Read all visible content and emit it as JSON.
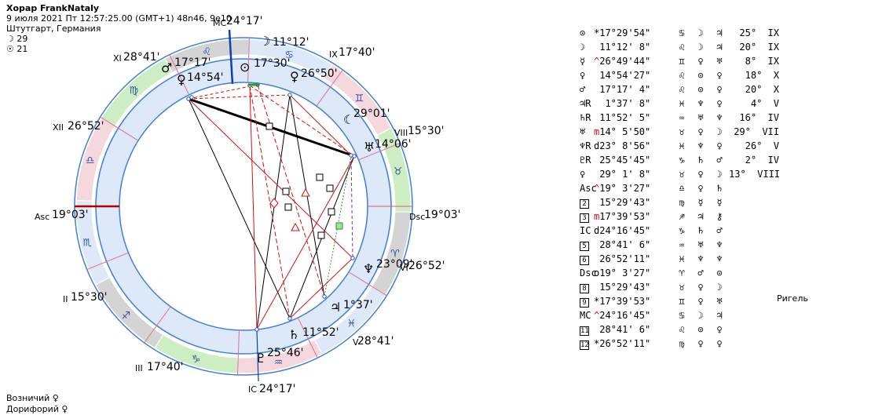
{
  "header": {
    "title": "Хорар FrankNataly",
    "datetime": "9 июля 2021  Пт  12:57:25.00 (GMT+1) 48n46, 9e10",
    "place": "Штутгарт, Германия",
    "moon_day": "☽  29",
    "sun_day": "☉  21"
  },
  "footer": {
    "line1": "Возничий  ♀",
    "line2": "Дорифорий  ♀"
  },
  "chart": {
    "angles": {
      "mc": "MC",
      "mc_degree": "24°17'",
      "ic": "IC",
      "ic_degree": "24°17'",
      "asc": "Asc",
      "asc_degree": "19°03'",
      "dsc": "Dsc",
      "dsc_degree": "19°03'"
    },
    "house_labels": [
      {
        "num": "XI",
        "degree": "28°41'"
      },
      {
        "num": "XII",
        "degree": "26°52'"
      },
      {
        "num": "II",
        "degree": "15°30'"
      },
      {
        "num": "III",
        "degree": "17°40'"
      },
      {
        "num": "V",
        "degree": "28°41'"
      },
      {
        "num": "VI",
        "degree": "26°52'"
      },
      {
        "num": "VIII",
        "degree": "15°30'"
      },
      {
        "num": "IX",
        "degree": "17°40'"
      }
    ],
    "planet_labels": [
      {
        "glyph": "☽",
        "degree": "11°12'"
      },
      {
        "glyph": "⊙",
        "degree": "17°30'"
      },
      {
        "glyph": "♂",
        "degree": "17°17'"
      },
      {
        "glyph": "♀",
        "degree": "14°54'"
      },
      {
        "glyph": "♀",
        "degree": "26°50'"
      },
      {
        "glyph": "☾",
        "degree": "29°01'"
      },
      {
        "glyph": "♅",
        "degree": "14°06'"
      },
      {
        "glyph": "♆",
        "degree": "23°09'"
      },
      {
        "glyph": "♃",
        "degree": "1°37'"
      },
      {
        "glyph": "♄",
        "degree": "11°52'"
      },
      {
        "glyph": "♇",
        "degree": "25°46'"
      }
    ]
  },
  "table": {
    "rows": [
      {
        "sym": "⊙",
        "pos": "*17°29'54\"",
        "s1": "♋",
        "s2": "☽",
        "s3": "♃",
        "extra": "25°  IX"
      },
      {
        "sym": "☽",
        "pos": " 11°12' 8\"",
        "s1": "♌",
        "s2": "☽",
        "s3": "♃",
        "extra": "20°  IX"
      },
      {
        "sym": "☿",
        "pos": "^26°49'44\"",
        "s1": "♊",
        "s2": "♀",
        "s3": "♅",
        "extra": " 8°  IX"
      },
      {
        "sym": "♀",
        "pos": " 14°54'27\"",
        "s1": "♌",
        "s2": "⊙",
        "s3": "♀",
        "extra": "18°  X"
      },
      {
        "sym": "♂",
        "pos": " 17°17' 4\"",
        "s1": "♌",
        "s2": "⊙",
        "s3": "♀",
        "extra": "20°  X"
      },
      {
        "sym": "♃R",
        "pos": "  1°37' 8\"",
        "s1": "♓",
        "s2": "♆",
        "s3": "♀",
        "extra": " 4°  V"
      },
      {
        "sym": "♄R",
        "pos": " 11°52' 5\"",
        "s1": "♒",
        "s2": "♅",
        "s3": "♆",
        "extra": "16°  IV"
      },
      {
        "sym": "♅",
        "pos": "m14° 5'50\"",
        "s1": "♉",
        "s2": "♀",
        "s3": "☽",
        "extra": "29°  VII"
      },
      {
        "sym": "♆R",
        "pos": "d23° 8'56\"",
        "s1": "♓",
        "s2": "♆",
        "s3": "♀",
        "extra": "26°  V"
      },
      {
        "sym": "♇R",
        "pos": " 25°45'45\"",
        "s1": "♑",
        "s2": "♄",
        "s3": "♂",
        "extra": " 2°  IV"
      },
      {
        "sym": "♀",
        "pos": " 29° 1' 8\"",
        "s1": "♉",
        "s2": "♀",
        "s3": "☽",
        "extra": "13°  VIII"
      },
      {
        "sym": "Asc",
        "pos": "^19° 3'27\"",
        "s1": "♎",
        "s2": "♀",
        "s3": "♄",
        "extra": ""
      },
      {
        "sym": "2",
        "pos": " 15°29'43\"",
        "s1": "♍",
        "s2": "☿",
        "s3": "☿",
        "extra": ""
      },
      {
        "sym": "3",
        "pos": "m17°39'53\"",
        "s1": "♐",
        "s2": "♃",
        "s3": "⚷",
        "extra": ""
      },
      {
        "sym": "IC",
        "pos": "d24°16'45\"",
        "s1": "♑",
        "s2": "♄",
        "s3": "♂",
        "extra": ""
      },
      {
        "sym": "5",
        "pos": " 28°41' 6\"",
        "s1": "♒",
        "s2": "♅",
        "s3": "♆",
        "extra": ""
      },
      {
        "sym": "6",
        "pos": " 26°52'11\"",
        "s1": "♓",
        "s2": "♆",
        "s3": "♆",
        "extra": ""
      },
      {
        "sym": "Dsc",
        "pos": "o19° 3'27\"",
        "s1": "♈",
        "s2": "♂",
        "s3": "⊙",
        "extra": ""
      },
      {
        "sym": "8",
        "pos": " 15°29'43\"",
        "s1": "♉",
        "s2": "♀",
        "s3": "☽",
        "extra": ""
      },
      {
        "sym": "9",
        "pos": "*17°39'53\"",
        "s1": "♊",
        "s2": "♀",
        "s3": "♅",
        "extra": ""
      },
      {
        "sym": "MC",
        "pos": "^24°16'45\"",
        "s1": "♋",
        "s2": "☽",
        "s3": "♃",
        "extra": ""
      },
      {
        "sym": "11",
        "pos": " 28°41' 6\"",
        "s1": "♌",
        "s2": "⊙",
        "s3": "♀",
        "extra": ""
      },
      {
        "sym": "12",
        "pos": "*26°52'11\"",
        "s1": "♍",
        "s2": "♀",
        "s3": "♀",
        "extra": ""
      }
    ],
    "star": "Ригель"
  },
  "colors": {
    "outer_ring": "#dde8f8",
    "ring_border": "#3f7fd8",
    "inner_disc": "#ffffff",
    "fire": "#f5d8de",
    "earth": "#cdeec2",
    "air": "#d4d4d4",
    "water": "#dde8f8",
    "aspect_red": "#d11010",
    "aspect_black": "#000000",
    "aspect_purple": "#8a2aa0",
    "aspect_green": "#2a9a2a"
  }
}
